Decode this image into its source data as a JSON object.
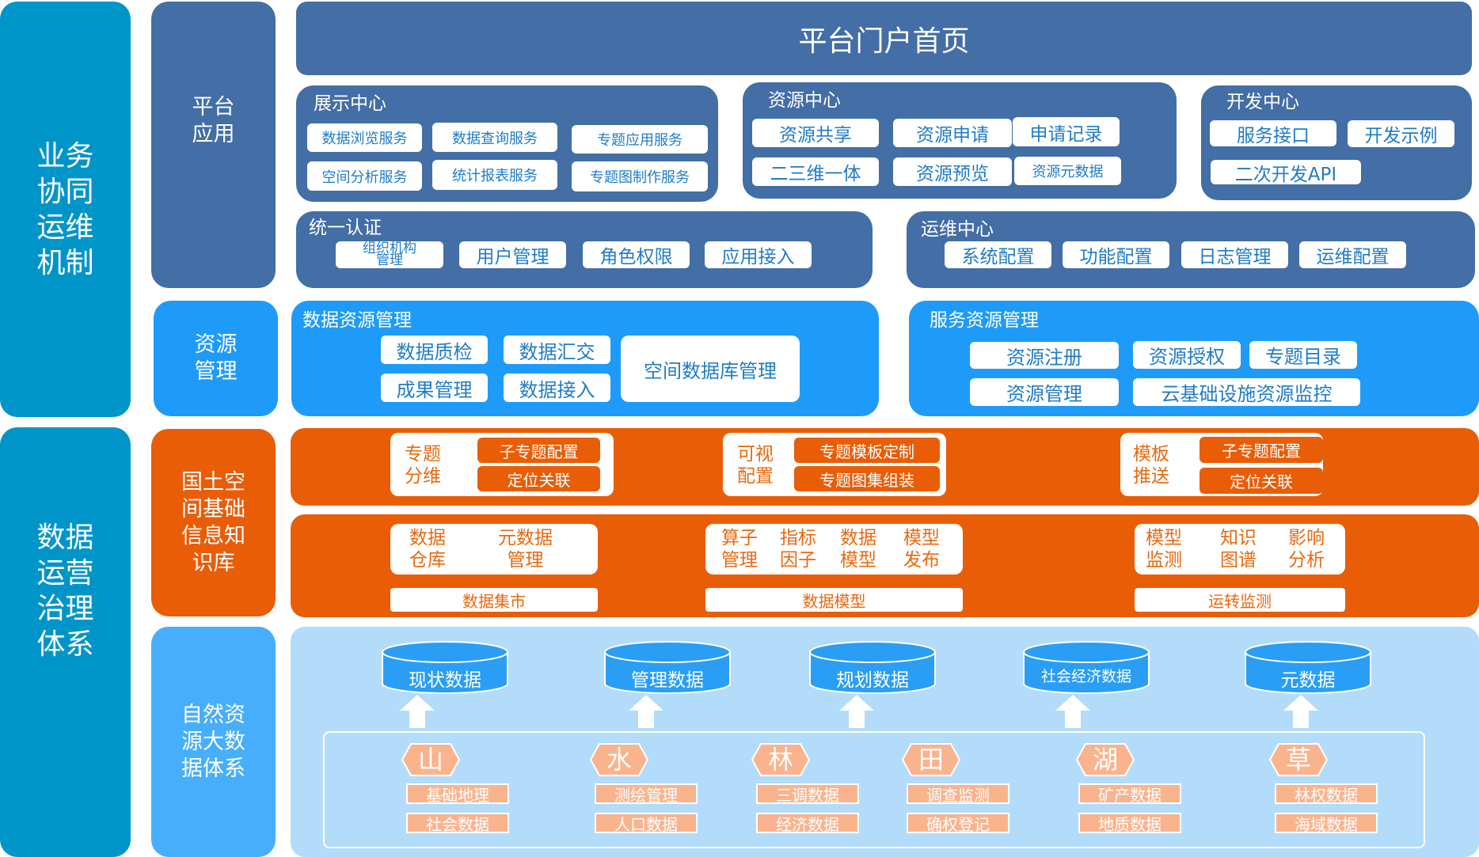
{
  "side_left": {
    "top": "业务\n协同\n运维\n机制",
    "bottom": "数据\n运营\n治理\n体系"
  },
  "side_mid": {
    "platform_app": "平台\n应用",
    "resource_mgmt": "资源\n管理",
    "knowledge_base": "国土空\n间基础\n信息知\n识库",
    "bigdata": "自然资\n源大数\n据体系"
  },
  "portal": {
    "title": "平台门户首页"
  },
  "display_center": {
    "title": "展示中心",
    "items": [
      "数据浏览服务",
      "数据查询服务",
      "专题应用服务",
      "空间分析服务",
      "统计报表服务",
      "专题图制作服务"
    ]
  },
  "resource_center": {
    "title": "资源中心",
    "items": [
      "资源共享",
      "资源申请",
      "申请记录",
      "二三维一体",
      "资源预览",
      "资源元数据"
    ]
  },
  "dev_center": {
    "title": "开发中心",
    "items": [
      "服务接口",
      "开发示例",
      "二次开发API"
    ]
  },
  "unified_auth": {
    "title": "统一认证",
    "items": [
      "组织机构\n管理",
      "用户管理",
      "角色权限",
      "应用接入"
    ]
  },
  "ops_center": {
    "title": "运维中心",
    "items": [
      "系统配置",
      "功能配置",
      "日志管理",
      "运维配置"
    ]
  },
  "data_resource_mgmt": {
    "title": "数据资源管理",
    "items": [
      "数据质检",
      "数据汇交",
      "成果管理",
      "数据接入",
      "空间数据库管理"
    ]
  },
  "service_resource_mgmt": {
    "title": "服务资源管理",
    "items": [
      "资源注册",
      "资源授权",
      "专题目录",
      "资源管理",
      "云基础设施资源监控"
    ]
  },
  "knowledge_row1": [
    {
      "label": "专题\n分维",
      "buttons": [
        "子专题配置",
        "定位关联"
      ]
    },
    {
      "label": "可视\n配置",
      "buttons": [
        "专题模板定制",
        "专题图集组装"
      ]
    },
    {
      "label": "模板\n推送",
      "buttons": [
        "子专题配置",
        "定位关联"
      ]
    }
  ],
  "knowledge_row2": [
    {
      "items": [
        "数据\n仓库",
        "元数据\n管理"
      ],
      "bar": "数据集市"
    },
    {
      "items": [
        "算子\n管理",
        "指标\n因子",
        "数据\n模型",
        "模型\n发布"
      ],
      "bar": "数据模型"
    },
    {
      "items": [
        "模型\n监测",
        "知识\n图谱",
        "影响\n分析"
      ],
      "bar": "运转监测"
    }
  ],
  "databases": [
    "现状数据",
    "管理数据",
    "规划数据",
    "社会经济数据",
    "元数据"
  ],
  "elements": [
    {
      "char": "山",
      "tags": [
        "基础地理",
        "社会数据"
      ]
    },
    {
      "char": "水",
      "tags": [
        "测绘管理",
        "人口数据"
      ]
    },
    {
      "char": "林",
      "tags": [
        "三调数据",
        "经济数据"
      ]
    },
    {
      "char": "田",
      "tags": [
        "调查监测",
        "确权登记"
      ]
    },
    {
      "char": "湖",
      "tags": [
        "矿产数据",
        "地质数据"
      ]
    },
    {
      "char": "草",
      "tags": [
        "林权数据",
        "海域数据"
      ]
    }
  ],
  "colors": {
    "platform_dark_blue": "#436ea6",
    "left_teal": "#0095c9",
    "resource_blue": "#1e9bf9",
    "knowledge_orange": "#e95d07",
    "bigdata_light_blue": "#b3dcfb",
    "db_blue": "#2a9ef5",
    "element_peach": "#f9b48e"
  }
}
